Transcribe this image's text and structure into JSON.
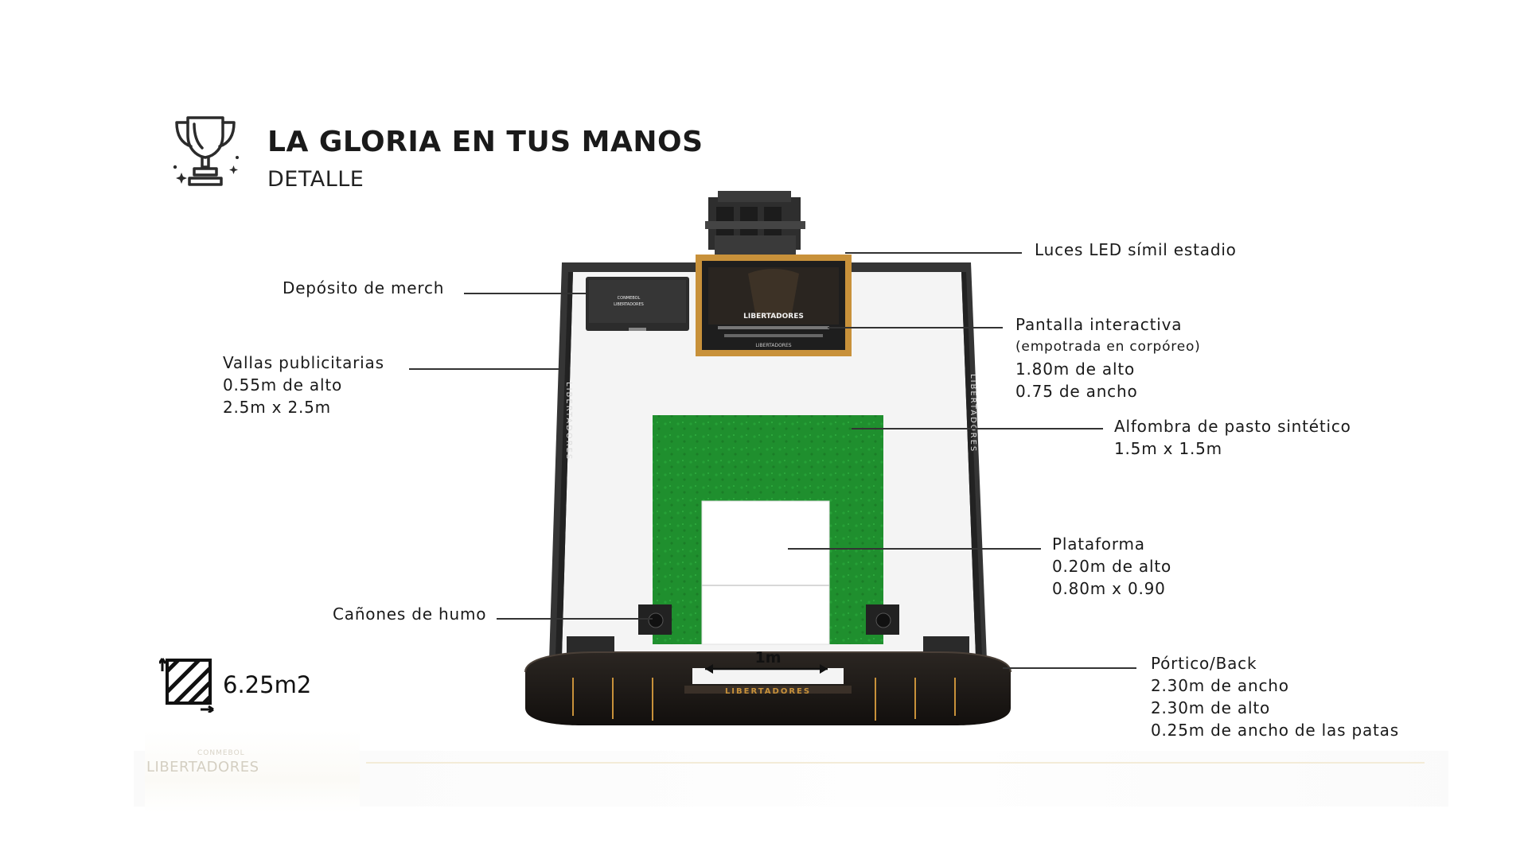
{
  "header": {
    "title": "LA GLORIA EN TUS MANOS",
    "subtitle": "DETALLE"
  },
  "icons": {
    "trophy": "trophy-icon",
    "area": "hatched-area-icon"
  },
  "area": {
    "value": "6.25m2"
  },
  "scale": {
    "label": "1m"
  },
  "stand_text": {
    "brand_small": "CONMEBOL",
    "brand_big": "LIBERTADORES"
  },
  "labels": {
    "luces": {
      "line1": "Luces LED símil estadio"
    },
    "deposito": {
      "line1": "Depósito de merch"
    },
    "pantalla": {
      "line1": "Pantalla interactiva",
      "line2": "(empotrada en corpóreo)",
      "line3": "1.80m de alto",
      "line4": "0.75 de ancho"
    },
    "vallas": {
      "line1": "Vallas publicitarias",
      "line2": "0.55m de alto",
      "line3": "2.5m x 2.5m"
    },
    "alfombra": {
      "line1": "Alfombra de pasto sintético",
      "line2": "1.5m x 1.5m"
    },
    "plataforma": {
      "line1": "Plataforma",
      "line2": "0.20m de alto",
      "line3": "0.80m x 0.90"
    },
    "canones": {
      "line1": "Cañones de humo"
    },
    "portico": {
      "line1": "Pórtico/Back",
      "line2": "2.30m de ancho",
      "line3": "2.30m de alto",
      "line4": "0.25m de ancho de las patas"
    }
  },
  "footer_logo": {
    "small": "CONMEBOL",
    "big": "LIBERTADORES"
  },
  "colors": {
    "grass": "#1f8f2e",
    "wall": "#3a3a3a",
    "floor": "#f2f2f2",
    "gold": "#c8913a",
    "dark": "#1e1e1e"
  }
}
